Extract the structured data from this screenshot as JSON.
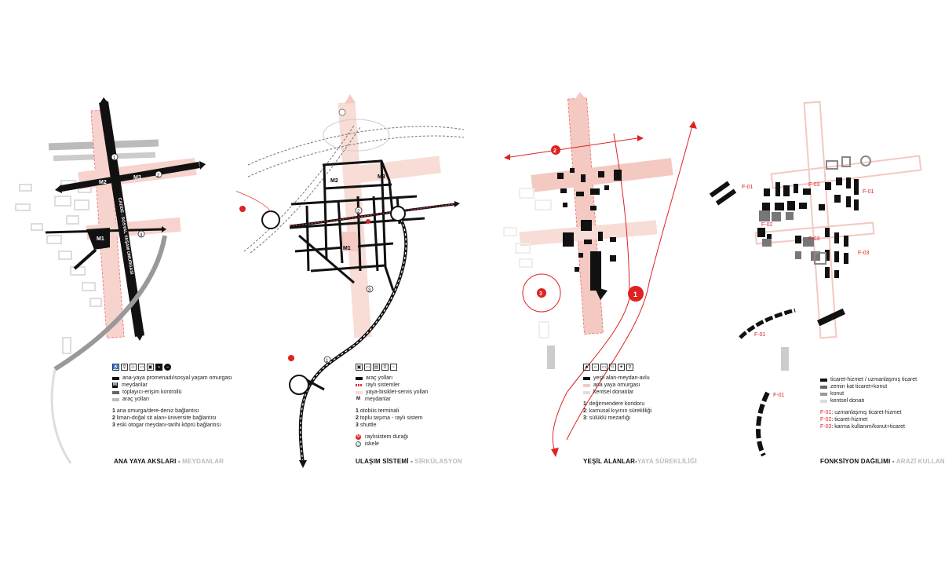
{
  "panels": [
    {
      "title": "ANA YAYA AKSLARI",
      "subtitle": "MEYDANLAR",
      "legend": [
        "ana-yaya promenadı/sosyal yaşam omurgası",
        "meydanlar",
        "toplayıcı-erişim kontrollü",
        "araç yolları"
      ],
      "notes": [
        {
          "num": "1",
          "text": "ana omurga/dere-deniz bağlantısı"
        },
        {
          "num": "2",
          "text": "liman-doğal sit alanı-üniversite bağlantısı"
        },
        {
          "num": "3",
          "text": "eski otogar meydanı-tarihi köprü bağlantısı"
        }
      ],
      "map_labels": {
        "m1": "M1",
        "m2": "M2",
        "m3": "M3",
        "axis": "CADDE - SOSYAL YAŞAM OMURGASI",
        "c1": "1",
        "c2": "2",
        "c3": "3"
      }
    },
    {
      "title": "ULAŞIM SİSTEMİ",
      "subtitle": "SİRKÜLASYON",
      "legend": [
        "araç yolları",
        "raylı sistemler",
        "yaya-bisiklet-servis yolları",
        "meydanlar"
      ],
      "notes": [
        {
          "num": "1",
          "text": "otobüs terminali"
        },
        {
          "num": "2",
          "text": "toplu taşıma - raylı sistem"
        },
        {
          "num": "3",
          "text": "shuttle"
        }
      ],
      "extra": [
        "raylısistem durağı",
        "iskele"
      ],
      "map_labels": {
        "m1": "M1",
        "m2": "M2",
        "m3": "M3",
        "c1": "1",
        "c2": "2",
        "c3": "3"
      }
    },
    {
      "title": "YEŞİL ALANLAR",
      "subtitle": "YAYA SÜREKLİLİĞİ",
      "legend": [
        "yeşil alan-meydan-avlu",
        "ana yaya omurgası",
        "kentsel donatılar"
      ],
      "notes": [
        {
          "num": "1",
          "text": "değirmendere koridoru"
        },
        {
          "num": "2",
          "text": "kamusal kıyının sürekliliği"
        },
        {
          "num": "3",
          "text": "sülüklü mezarlığı"
        }
      ],
      "map_labels": {
        "c1": "1",
        "c2": "2",
        "c3": "3"
      }
    },
    {
      "title": "FONKSİYON DAĞILIMI",
      "subtitle": "ARAZİ KULLANIM",
      "legend": [
        "ticaret-hizmet / uzmanlaşmış ticaret",
        "zemin kat ticaret+konut",
        "konut",
        "kentsel donatı"
      ],
      "notes": [
        {
          "code": "F-01",
          "text": ": uzmanlaşmış ticaret-hizmet"
        },
        {
          "code": "F-02",
          "text": ": ticaret-hizmet"
        },
        {
          "code": "F-03",
          "text": ": karma kullanım/konut+ticaret"
        }
      ],
      "map_labels": {
        "f01": "F-01",
        "f02": "F-02",
        "f03": "F-03"
      }
    }
  ],
  "colors": {
    "accent": "#d22222",
    "pink": "#f3c9c2",
    "black": "#111111"
  }
}
